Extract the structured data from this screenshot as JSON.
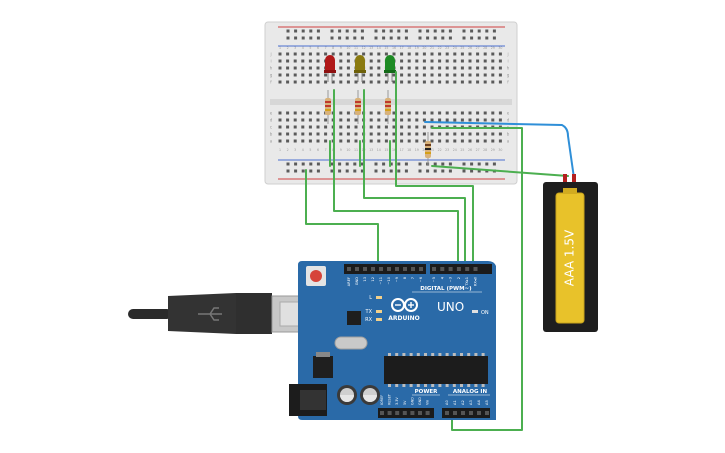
{
  "arduino": {
    "logo_text": "ARDUINO",
    "model": "UNO",
    "digital_label": "DIGITAL (PWM~)",
    "power_label": "POWER",
    "analog_label": "ANALOG IN",
    "on_label": "ON",
    "led_l": "L",
    "led_tx": "TX",
    "led_rx": "RX",
    "top_pins": [
      "AREF",
      "GND",
      "13",
      "12",
      "~11",
      "~10",
      "~9",
      "8",
      "7",
      "~6",
      "~5",
      "4",
      "~3",
      "2",
      "TX▸1",
      "RX◂0"
    ],
    "power_pins": [
      "IOREF",
      "RESET",
      "3.3V",
      "5V",
      "GND",
      "GND",
      "Vin"
    ],
    "analog_pins": [
      "A0",
      "A1",
      "A2",
      "A3",
      "A4",
      "A5"
    ]
  },
  "battery": {
    "label": "AAA 1.5V"
  },
  "breadboard": {
    "col_numbers": [
      "1",
      "2",
      "3",
      "4",
      "5",
      "6",
      "7",
      "8",
      "9",
      "10",
      "11",
      "12",
      "13",
      "14",
      "15",
      "16",
      "17",
      "18",
      "19",
      "20",
      "21",
      "22",
      "23",
      "24",
      "25",
      "26",
      "27",
      "28",
      "29",
      "30"
    ],
    "row_letters_top": [
      "j",
      "i",
      "h",
      "g",
      "f"
    ],
    "row_letters_bottom": [
      "e",
      "d",
      "c",
      "b",
      "a"
    ]
  },
  "colors": {
    "board": "#2a6aa8",
    "board_dark": "#1f4f80",
    "wire_green": "#4caf50",
    "wire_blue": "#2f8fd8",
    "led_red": "#b01818",
    "led_yellow": "#8a7a10",
    "led_green": "#1d8a24",
    "battery_body": "#1e1e1e",
    "battery_cell": "#e8c22a"
  }
}
